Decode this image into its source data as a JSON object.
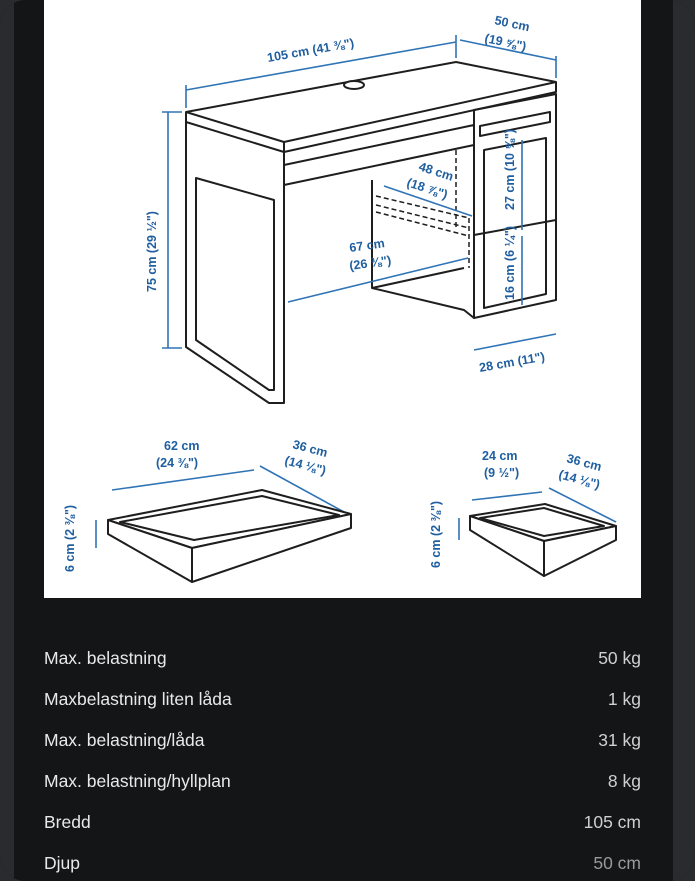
{
  "dimensions": {
    "desk_width": "105 cm (41 ⅜\")",
    "desk_depth_cm": "50 cm",
    "desk_depth_in": "(19 ⅝\")",
    "desk_height": "75 cm (29 ½\")",
    "inner_depth_cm": "48 cm",
    "inner_depth_in": "(18 ⅞\")",
    "inner_width_cm": "67 cm",
    "inner_width_in": "(26 ⅜\")",
    "upper_space": "27 cm (10 ⅝\")",
    "lower_space": "16 cm (6 ¼\")",
    "cabinet_width": "28 cm (11\")",
    "large_drawer_width_cm": "62 cm",
    "large_drawer_width_in": "(24 ⅜\")",
    "large_drawer_depth_cm": "36 cm",
    "large_drawer_depth_in": "(14 ⅛\")",
    "large_drawer_height": "6 cm (2 ⅜\")",
    "small_drawer_width_cm": "24 cm",
    "small_drawer_width_in": "(9 ½\")",
    "small_drawer_depth_cm": "36 cm",
    "small_drawer_depth_in": "(14 ⅛\")",
    "small_drawer_height": "6 cm (2 ⅜\")"
  },
  "specs": [
    {
      "label": "Max. belastning",
      "value": "50 kg"
    },
    {
      "label": "Maxbelastning liten låda",
      "value": "1 kg"
    },
    {
      "label": "Max. belastning/låda",
      "value": "31 kg"
    },
    {
      "label": "Max. belastning/hyllplan",
      "value": "8 kg"
    },
    {
      "label": "Bredd",
      "value": "105 cm"
    },
    {
      "label": "Djup",
      "value": "50 cm"
    }
  ]
}
